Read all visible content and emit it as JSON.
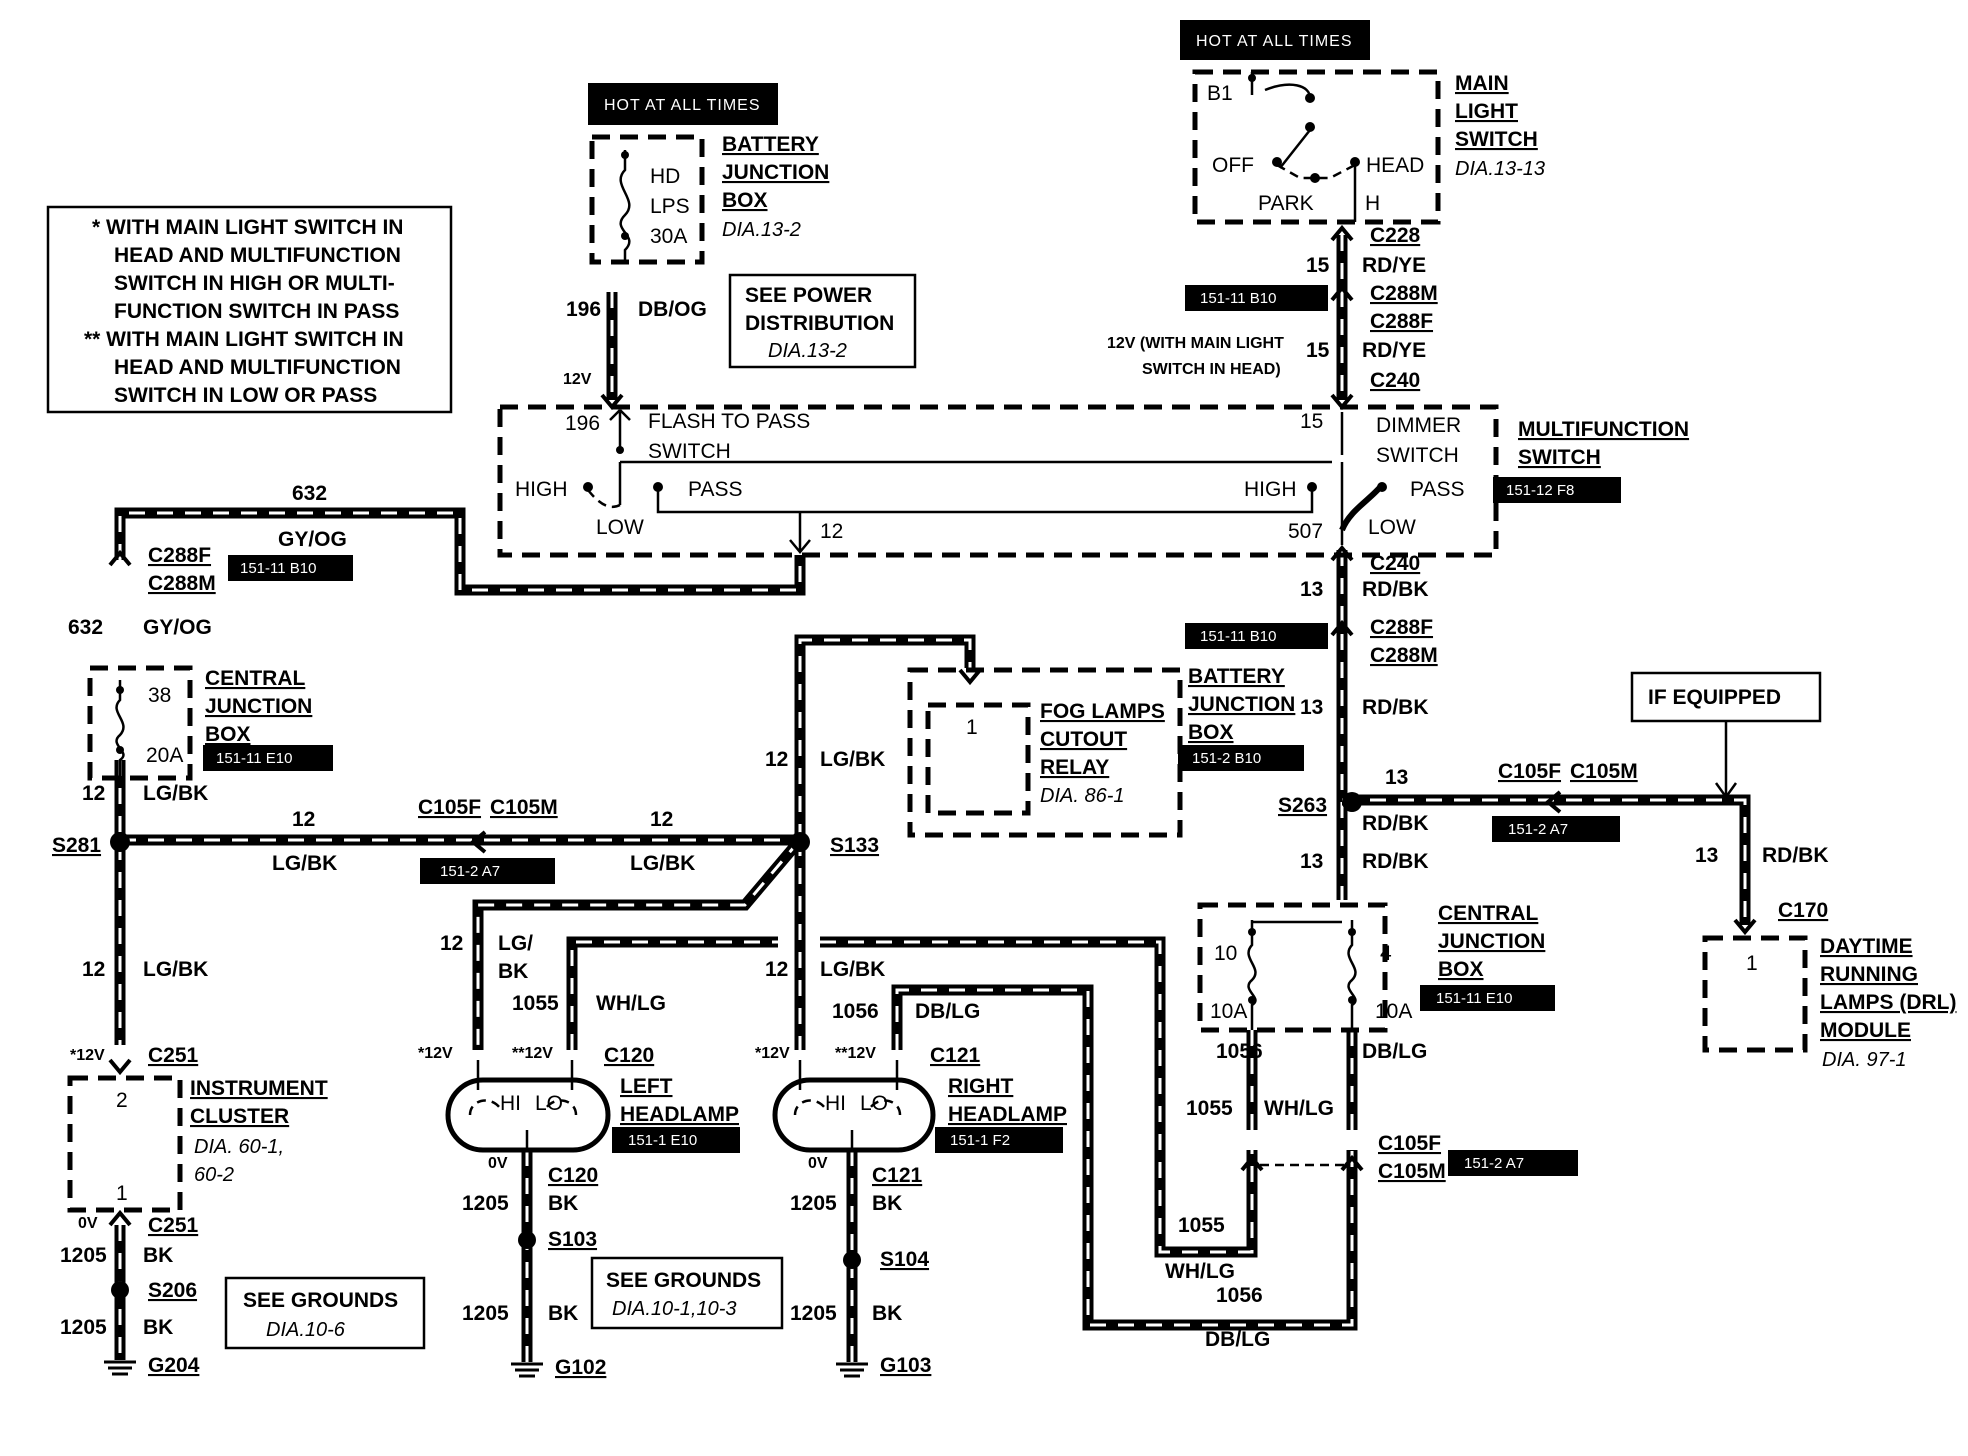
{
  "notes_box": {
    "line1": "* WITH MAIN LIGHT SWITCH IN",
    "line2": "HEAD AND MULTIFUNCTION",
    "line3": "SWITCH IN HIGH OR MULTI-",
    "line4": "FUNCTION SWITCH IN PASS",
    "line5": "** WITH MAIN LIGHT SWITCH IN",
    "line6": "HEAD AND MULTIFUNCTION",
    "line7": "SWITCH IN LOW OR PASS"
  },
  "hot_labels": {
    "battery": "HOT AT ALL TIMES",
    "main_light": "HOT AT ALL TIMES"
  },
  "battery_jb_top": {
    "fuse_line1": "HD",
    "fuse_line2": "LPS",
    "fuse_line3": "30A",
    "name1": "BATTERY",
    "name2": "JUNCTION",
    "name3": "BOX",
    "ref": "DIA.13-2"
  },
  "see_power": {
    "line1": "SEE POWER",
    "line2": "DISTRIBUTION",
    "line3": "DIA.13-2"
  },
  "main_light_switch": {
    "b1": "B1",
    "off": "OFF",
    "head": "HEAD",
    "park": "PARK",
    "h": "H",
    "name1": "MAIN",
    "name2": "LIGHT",
    "name3": "SWITCH",
    "ref": "DIA.13-13"
  },
  "wires": {
    "w196_circuit": "196",
    "w196_color": "DB/OG",
    "w196_volt": "12V",
    "w15_circuit_a": "15",
    "w15_color_a": "RD/YE",
    "w15_circuit_b": "15",
    "w15_color_b": "RD/YE",
    "w15_note1": "12V (WITH MAIN LIGHT",
    "w15_note2": "SWITCH IN HEAD)",
    "w632_top": "632",
    "w632_color_top": "GY/OG",
    "w632_mid": "632",
    "w632_color_mid": "GY/OG",
    "w13_a": "13",
    "w13_color_a": "RD/BK",
    "w13_b": "13",
    "w13_color_b": "RD/BK",
    "w13_c": "13",
    "w13_color_c": "RD/BK",
    "w13_d": "13",
    "w13_color_d": "RD/BK",
    "w13_e": "13",
    "w13_color_e": "RD/BK",
    "w12_a": "12",
    "w12_color_a": "LG/BK",
    "w12_b": "12",
    "w12_color_b": "LG/BK",
    "w12_c": "12",
    "w12_color_c": "LG/BK",
    "w12_d": "12",
    "w12_color_d": "LG/BK",
    "w12_e": "12",
    "w12_color_e1": "LG/",
    "w12_color_e2": "BK",
    "w12_f": "12",
    "w12_color_f": "LG/BK",
    "w12_g": "12",
    "w12_color_g": "LG/BK",
    "w12_h": "12",
    "w1055_a": "1055",
    "w1055_color_a": "WH/LG",
    "w1055_b": "1055",
    "w1055_color_b": "WH/LG",
    "w1055_c": "1055",
    "w1055_color_c": "WH/LG",
    "w1056_a": "1056",
    "w1056_color_a": "DB/LG",
    "w1056_b": "1056",
    "w1056_color_b": "DB/LG",
    "w1056_c": "1056",
    "w1056_color_c": "DB/LG",
    "w1205_a": "1205",
    "w1205_color_a": "BK",
    "w1205_b": "1205",
    "w1205_color_b": "BK",
    "w1205_c": "1205",
    "w1205_color_c": "BK",
    "w1205_d": "1205",
    "w1205_color_d": "BK",
    "w1205_e": "1205",
    "w1205_color_e": "BK",
    "w1205_f": "1205",
    "w1205_color_f": "BK",
    "w507": "507",
    "w196_mf": "196",
    "w15_mf": "15"
  },
  "connectors": {
    "c228": "C228",
    "c288m_top": "C288M",
    "c288f_top": "C288F",
    "c240_top": "C240",
    "c240_bot": "C240",
    "c288f_left": "C288F",
    "c288m_left": "C288M",
    "c288f_right": "C288F",
    "c288m_right": "C288M",
    "c105f_a": "C105F",
    "c105m_a": "C105M",
    "c105f_b": "C105F",
    "c105m_b": "C105M",
    "c105f_c": "C105F",
    "c105m_c": "C105M",
    "c251_top": "C251",
    "c251_bot": "C251",
    "c120_top": "C120",
    "c120_bot": "C120",
    "c121_top": "C121",
    "c121_bot": "C121",
    "c170": "C170",
    "s281": "S281",
    "s133": "S133",
    "s263": "S263",
    "s206": "S206",
    "s103": "S103",
    "s104": "S104",
    "g204": "G204",
    "g102": "G102",
    "g103": "G103"
  },
  "multifunction": {
    "flash_to_pass1": "FLASH TO PASS",
    "flash_to_pass2": "SWITCH",
    "dimmer1": "DIMMER",
    "dimmer2": "SWITCH",
    "high_l": "HIGH",
    "pass_l": "PASS",
    "low_l": "LOW",
    "high_r": "HIGH",
    "pass_r": "PASS",
    "low_r": "LOW",
    "name1": "MULTIFUNCTION",
    "name2": "SWITCH"
  },
  "central_jb_left": {
    "fuse": "38",
    "amp": "20A",
    "name1": "CENTRAL",
    "name2": "JUNCTION",
    "name3": "BOX"
  },
  "fog_relay": {
    "pin": "1",
    "name1": "FOG LAMPS",
    "name2": "CUTOUT",
    "name3": "RELAY",
    "ref": "DIA. 86-1"
  },
  "battery_jb_mid": {
    "name1": "BATTERY",
    "name2": "JUNCTION",
    "name3": "BOX"
  },
  "central_jb_right": {
    "fuse_a": "10",
    "amp_a": "10A",
    "fuse_b": "4",
    "amp_b": "10A",
    "name1": "CENTRAL",
    "name2": "JUNCTION",
    "name3": "BOX"
  },
  "if_equipped": "IF EQUIPPED",
  "drl": {
    "pin": "1",
    "name1": "DAYTIME",
    "name2": "RUNNING",
    "name3": "LAMPS (DRL)",
    "name4": "MODULE",
    "ref": "DIA. 97-1"
  },
  "cluster": {
    "pin_top": "2",
    "pin_bot": "1",
    "name1": "INSTRUMENT",
    "name2": "CLUSTER",
    "ref1": "DIA. 60-1,",
    "ref2": "60-2"
  },
  "left_lamp": {
    "hi": "HI",
    "lo": "LO",
    "name1": "LEFT",
    "name2": "HEADLAMP"
  },
  "right_lamp": {
    "hi": "HI",
    "lo": "LO",
    "name1": "RIGHT",
    "name2": "HEADLAMP"
  },
  "volts": {
    "v12_cluster": "*12V",
    "v12_left_a": "*12V",
    "v12_left_b": "**12V",
    "v12_right_a": "*12V",
    "v12_right_b": "**12V",
    "v0_cluster": "0V",
    "v0_left": "0V",
    "v0_right": "0V"
  },
  "grounds_a": {
    "line1": "SEE GROUNDS",
    "line2": "DIA.10-6"
  },
  "grounds_b": {
    "line1": "SEE GROUNDS",
    "line2": "DIA.10-1,10-3"
  },
  "tags": {
    "t1": "151-11 B10",
    "t2": "151-12 F8",
    "t3": "151-11 B10",
    "t4": "151-11 B10",
    "t5": "151-11 E10",
    "t6": "151-2 B10",
    "t7": "151-2 A7",
    "t8": "151-2 A7",
    "t9": "151-11 E10",
    "t10": "151-1 E10",
    "t11": "151-1 F2",
    "t12": "151-2 A7"
  }
}
